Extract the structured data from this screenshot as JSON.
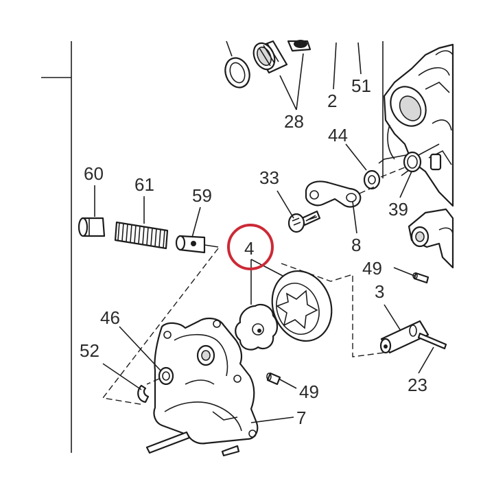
{
  "highlight": {
    "part": "4",
    "color": "#cc2a36"
  },
  "colors": {
    "ink": "#1c1c1c",
    "label": "#2b2b2b",
    "background": "#ffffff"
  },
  "callouts": {
    "c60": "60",
    "c61": "61",
    "c59": "59",
    "c33": "33",
    "c44": "44",
    "c39": "39",
    "c8": "8",
    "c28": "28",
    "c2": "2",
    "c51": "51",
    "c4": "4",
    "c49a": "49",
    "c3": "3",
    "c23": "23",
    "c46": "46",
    "c52": "52",
    "c49b": "49",
    "c7": "7"
  }
}
